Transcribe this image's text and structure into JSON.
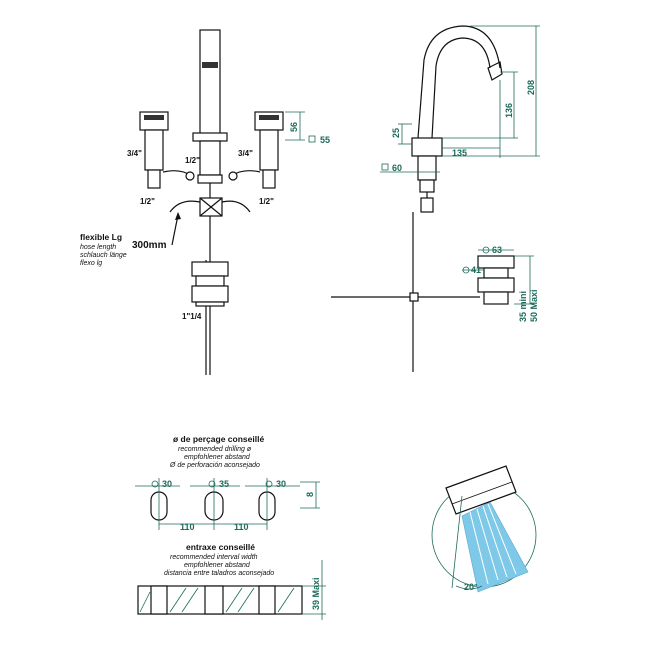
{
  "front_view": {
    "labels": {
      "inlet_left": "3/4\"",
      "inlet_center": "1/2\"",
      "inlet_right": "3/4\"",
      "outlet_left": "1/2\"",
      "outlet_right": "1/2\"",
      "waste": "1\"1/4"
    },
    "flexible": {
      "title": "flexible Lg",
      "lines": [
        "hose length",
        "schlauch länge",
        "flexo lg"
      ],
      "length": "300mm"
    },
    "dims": {
      "handle_height": "56",
      "square": "55"
    }
  },
  "side_view": {
    "dims": {
      "spout_reach": "135",
      "spout_height": "136",
      "total_height": "208",
      "base_height": "25",
      "base_square": "60",
      "waste_outer": "63",
      "waste_inner": "41",
      "waste_min": "35 mini",
      "waste_max": "50 Maxi"
    }
  },
  "drilling": {
    "title": "ø de perçage conseillé",
    "lines": [
      "recommended drilling ø",
      "empfohlener abstand",
      "Ø de perforación aconsejado"
    ],
    "holes": [
      "30",
      "35",
      "30"
    ],
    "spacing_left": "110",
    "spacing_right": "110",
    "depth": "8",
    "diameter_symbol": "Ø"
  },
  "interval": {
    "title": "entraxe conseillé",
    "lines": [
      "recommended interval width",
      "empfohlener abstand",
      "distancia entre taladros aconsejado"
    ],
    "max_thickness": "39 Maxi"
  },
  "spray": {
    "angle": "20°"
  },
  "colors": {
    "dimension": "#1c6b5a",
    "outline": "#111111",
    "water": "#7ec8e8"
  }
}
